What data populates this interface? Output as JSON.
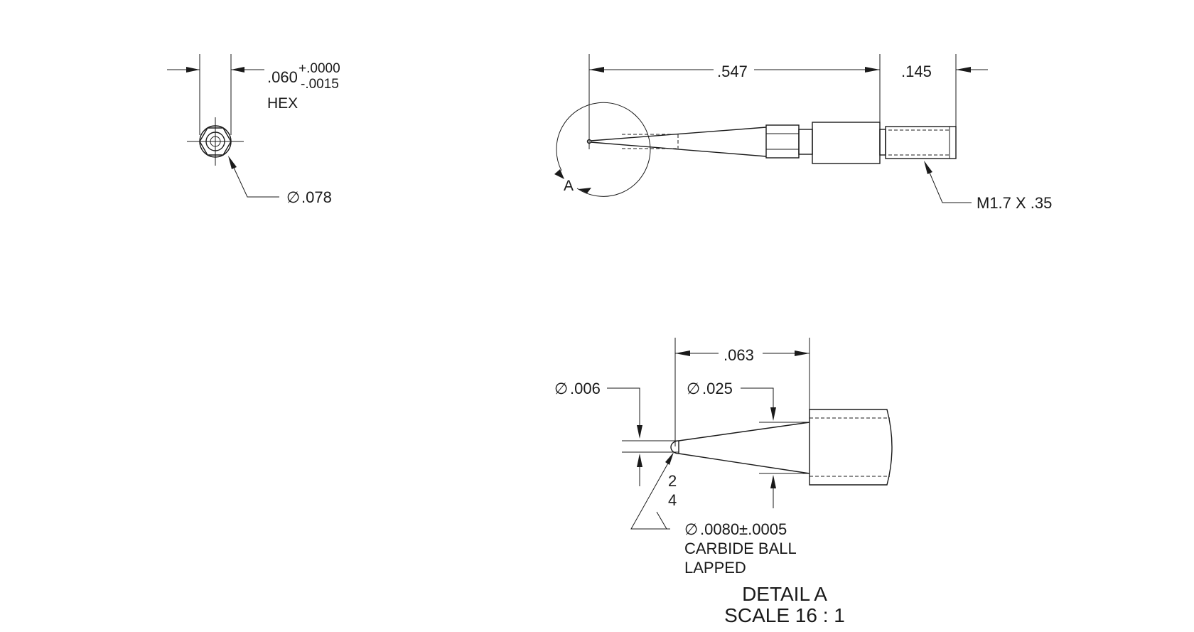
{
  "end_view": {
    "hex_dim": ".060",
    "hex_tol_plus": "+.0000",
    "hex_tol_minus": "-.0015",
    "hex_label": "HEX",
    "dia_symbol": "∅",
    "dia_value": ".078"
  },
  "side_view": {
    "dim_length": ".547",
    "dim_thread_length": ".145",
    "thread_callout": "M1.7 X .35",
    "detail_marker": "A"
  },
  "detail_view": {
    "dim_tip_length": ".063",
    "dia_symbol": "∅",
    "dia_tip": ".006",
    "dia_shank": ".025",
    "angle_label_top": "2",
    "angle_label_bottom": "4",
    "ball_dia": ".0080±.0005",
    "ball_note_1": "CARBIDE BALL",
    "ball_note_2": "LAPPED",
    "title": "DETAIL A",
    "scale": "SCALE 16 : 1"
  }
}
